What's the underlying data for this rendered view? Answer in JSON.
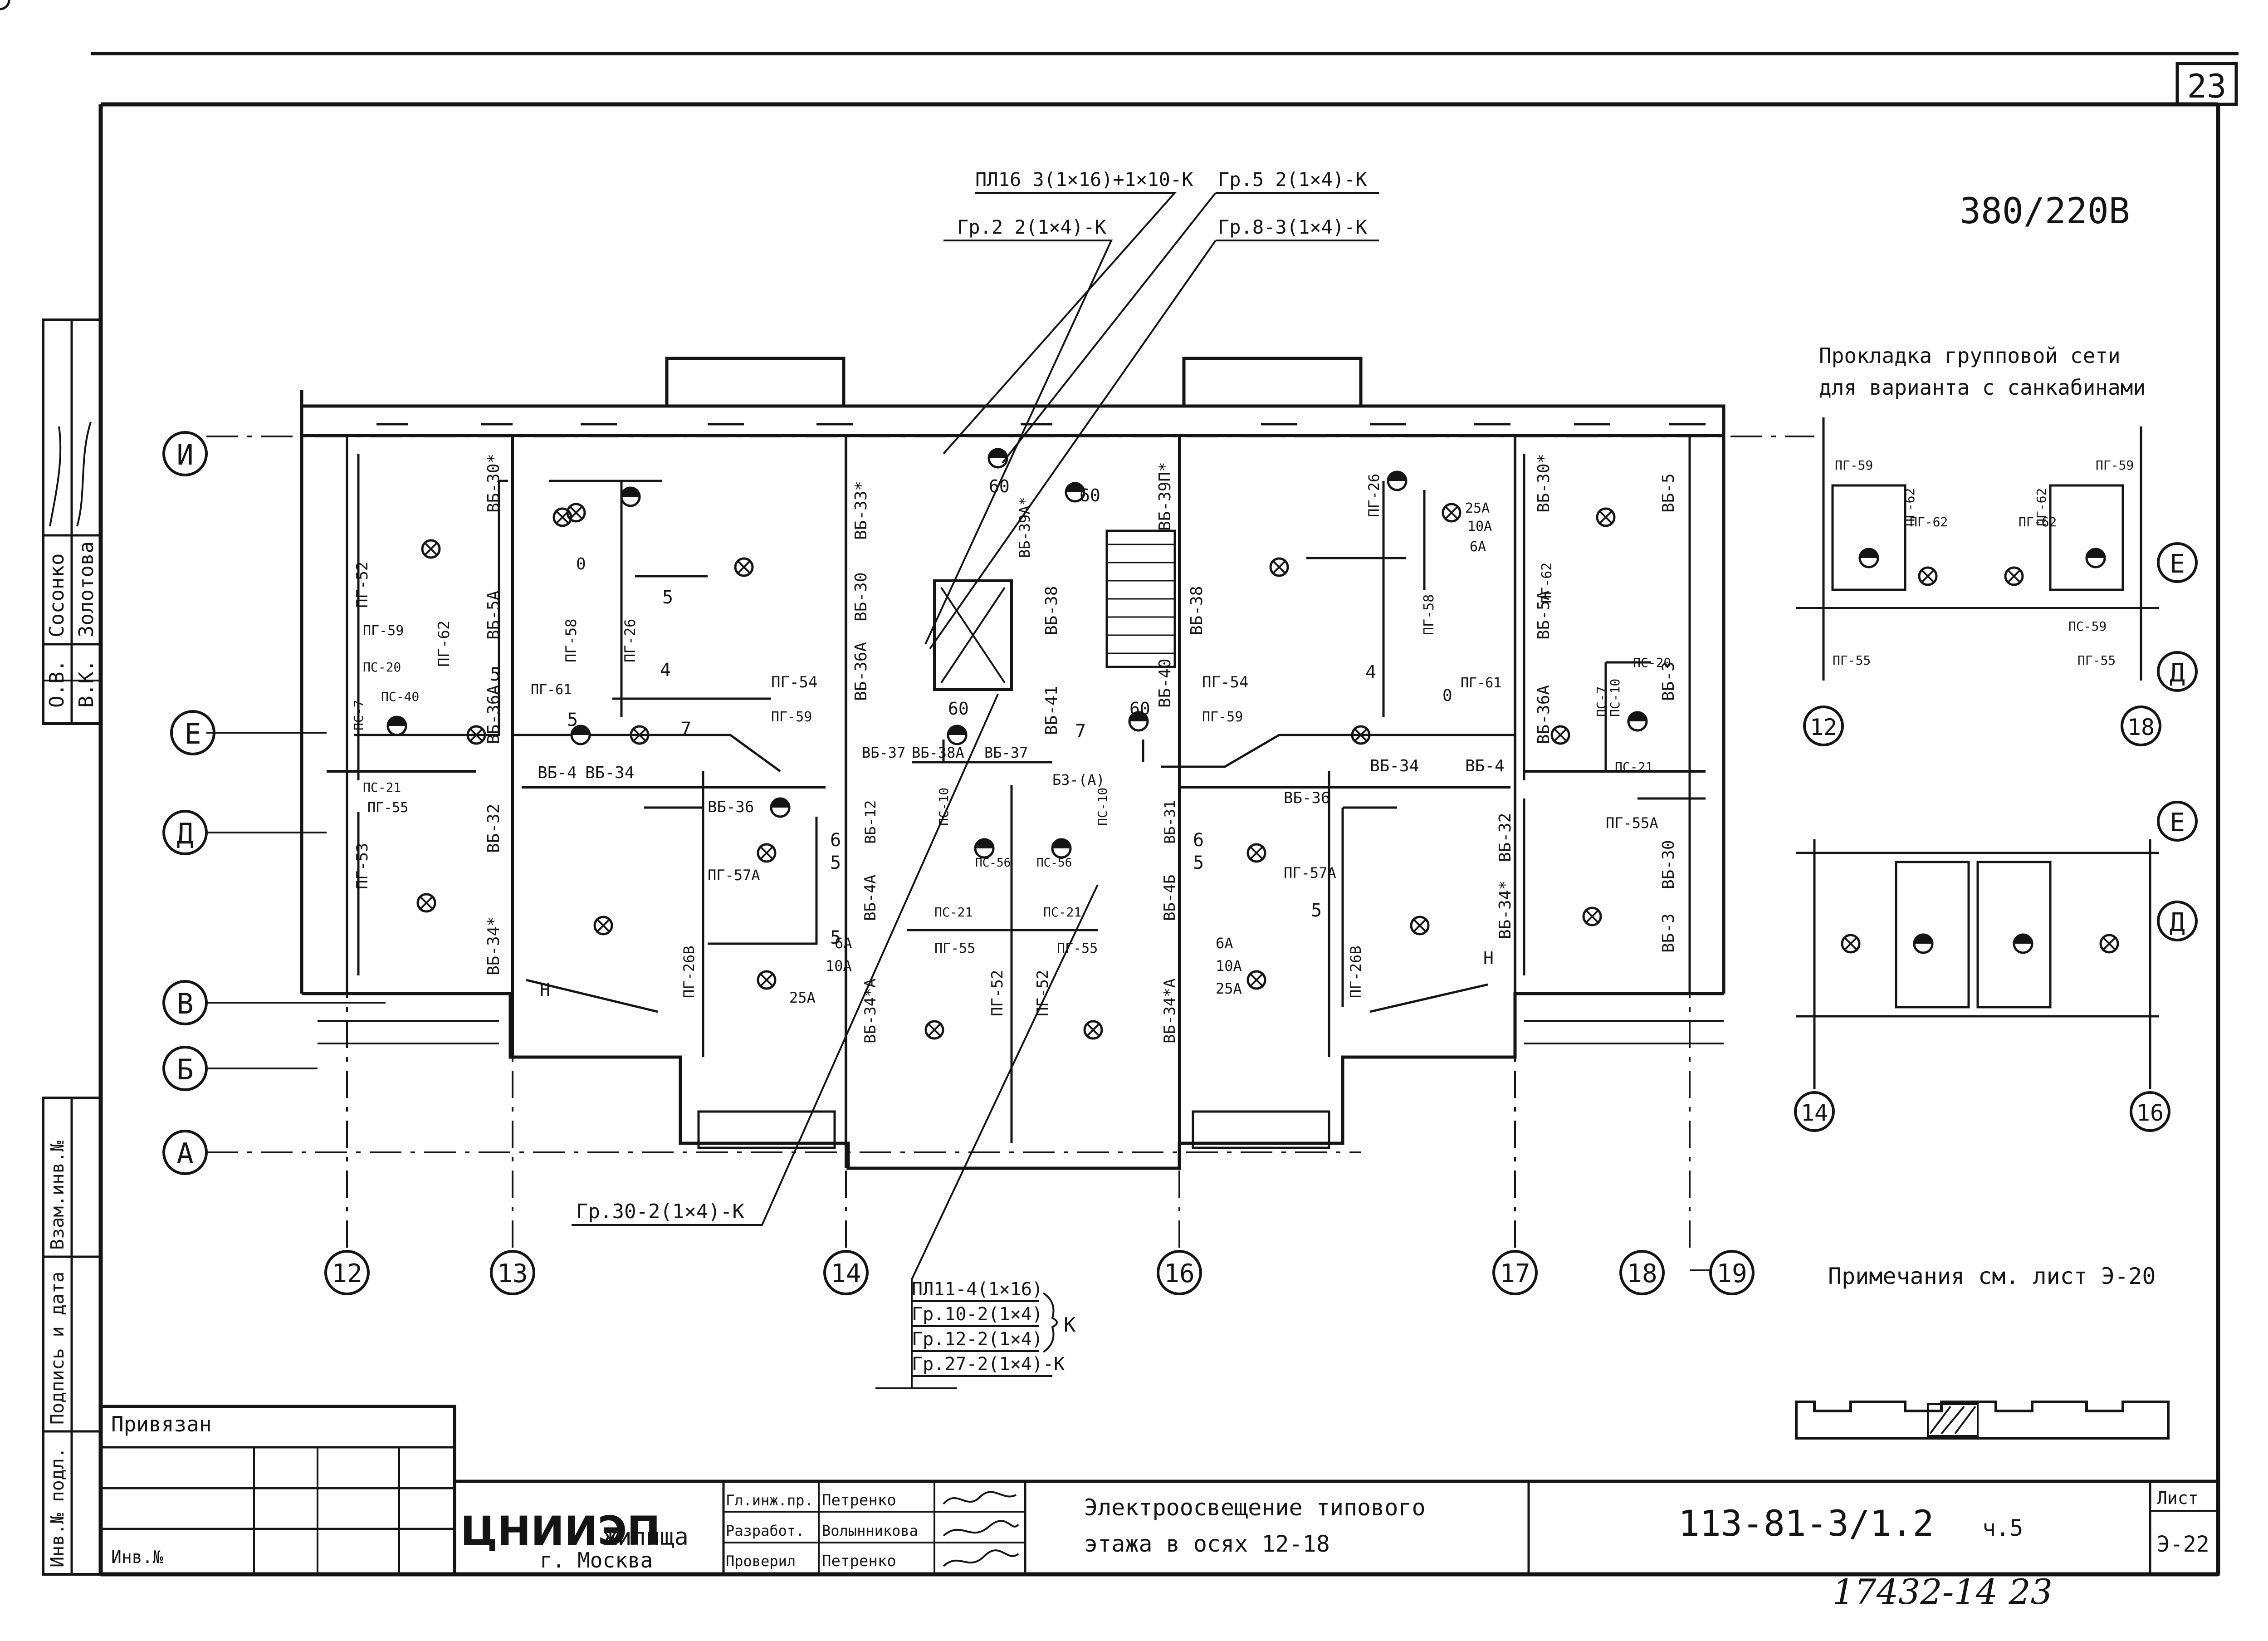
{
  "sheet": {
    "number": "23",
    "voltage": "380/220В",
    "stamp_number": "17432-14 23"
  },
  "variant": {
    "title_line1": "Прокладка групповой сети",
    "title_line2": "для варианта с санкабинами",
    "note": "Примечания см. лист Э-20"
  },
  "axes": {
    "rows": [
      "И",
      "Е",
      "Д",
      "В",
      "Б",
      "А"
    ],
    "columns": [
      "12",
      "13",
      "14",
      "16",
      "17",
      "18",
      "19"
    ],
    "variant_top": [
      "Е",
      "Д",
      "12",
      "18"
    ],
    "variant_bottom": [
      "Е",
      "Д",
      "14",
      "16"
    ]
  },
  "callouts": {
    "pl16": "ПЛ16 3(1×16)+1×10-К",
    "gr5": "Гр.5 2(1×4)-К",
    "gr2": "Гр.2 2(1×4)-К",
    "gr8": "Гр.8-3(1×4)-К",
    "gr30": "Гр.30-2(1×4)-К",
    "bundle": [
      "ПЛ11-4(1×16)",
      "Гр.10-2(1×4)",
      "Гр.12-2(1×4)",
      "Гр.27-2(1×4)-К"
    ],
    "bundle_k": "К"
  },
  "plan_labels": {
    "vb": [
      "ВБ-30*",
      "ВБ-33*",
      "ВБ-30",
      "ВБ-36А",
      "ВБ-5А",
      "ВБ-36А",
      "ВБ-32",
      "ВБ-34*",
      "ВБ-4",
      "ВБ-34",
      "ВБ-36",
      "ВБ-37",
      "ВБ-38А",
      "ВБ-37",
      "ВБ-38",
      "ВБ-41",
      "ВБ-39П*",
      "ВБ-38",
      "ВБ-40",
      "ВБ-30*",
      "ВБ-5А",
      "ВБ-36А",
      "ВБ-5",
      "ВБ-3",
      "ВБ-30",
      "ВБ-32",
      "ВБ-34*",
      "ВБ-34",
      "ВБ-4",
      "ВБ-36",
      "ВБ-3",
      "ВБ-4А",
      "ВБ-34*А",
      "ВБ-4Б",
      "ВБ-34*А",
      "ВБ-39А*",
      "ВБ-12",
      "ВБ-31",
      "БЗ-(А)"
    ],
    "pg": [
      "ПГ-52",
      "ПГ-59",
      "ПГ-62",
      "ПГ-61",
      "ПГ-58",
      "ПГ-26",
      "ПГ-54",
      "ПГ-59",
      "ПГ-55",
      "ПГ-53",
      "ПГ-26В",
      "ПГ-57А",
      "ПГ-55",
      "ПГ-52",
      "ПГ-52",
      "ПГ-55",
      "ПГ-26В",
      "ПГ-57А",
      "ПГ-54",
      "ПГ-59",
      "ПГ-26",
      "ПГ-62",
      "ПГ-61",
      "ПГ-58",
      "ПГ-55А"
    ],
    "ps": [
      "ПС-20",
      "ПС-40",
      "ПС-7",
      "ПС-21",
      "ПС-10",
      "ПС-56",
      "ПС-21",
      "ПС-10",
      "ПС-56",
      "ПС-21",
      "ПС-10",
      "ПС-20",
      "ПС-7",
      "ПС-21"
    ],
    "nums": [
      "5",
      "7",
      "5",
      "7",
      "5",
      "4",
      "5",
      "6",
      "5",
      "6",
      "5",
      "5",
      "4",
      "0",
      "0",
      "60",
      "60",
      "60",
      "60",
      "6А",
      "10А",
      "25А",
      "6А",
      "10А",
      "25А",
      "25А",
      "10А",
      "6А",
      "Н",
      "Н"
    ]
  },
  "variant_labels": [
    "ПГ-59",
    "ПГ-62",
    "ПГ-62",
    "ПГ-59",
    "ПГ-62",
    "ПГ-62",
    "ПС-59",
    "ПГ-55",
    "ПГ-55"
  ],
  "stamp": {
    "side": [
      "О.В.",
      "В.К.",
      "Сосонко",
      "Золотова"
    ],
    "side_labels": [
      "Взам.инв.№",
      "Подпись и дата",
      "Инв.№ подл."
    ],
    "privyazan": "Привязан",
    "inv": "Инв.№",
    "org": "ЦНИИЭП",
    "org_suffix": "жилища",
    "city": "г. Москва",
    "roles": [
      "Гл.инж.пр.",
      "Разработ.",
      "Проверил"
    ],
    "names": [
      "Петренко",
      "Волынникова",
      "Петренко"
    ],
    "title_line1": "Электроосвещение типового",
    "title_line2": "этажа в осях 12-18",
    "code": "113-81-3/1.2",
    "part": "ч.5",
    "list_label": "Лист",
    "list_value": "Э-22"
  }
}
